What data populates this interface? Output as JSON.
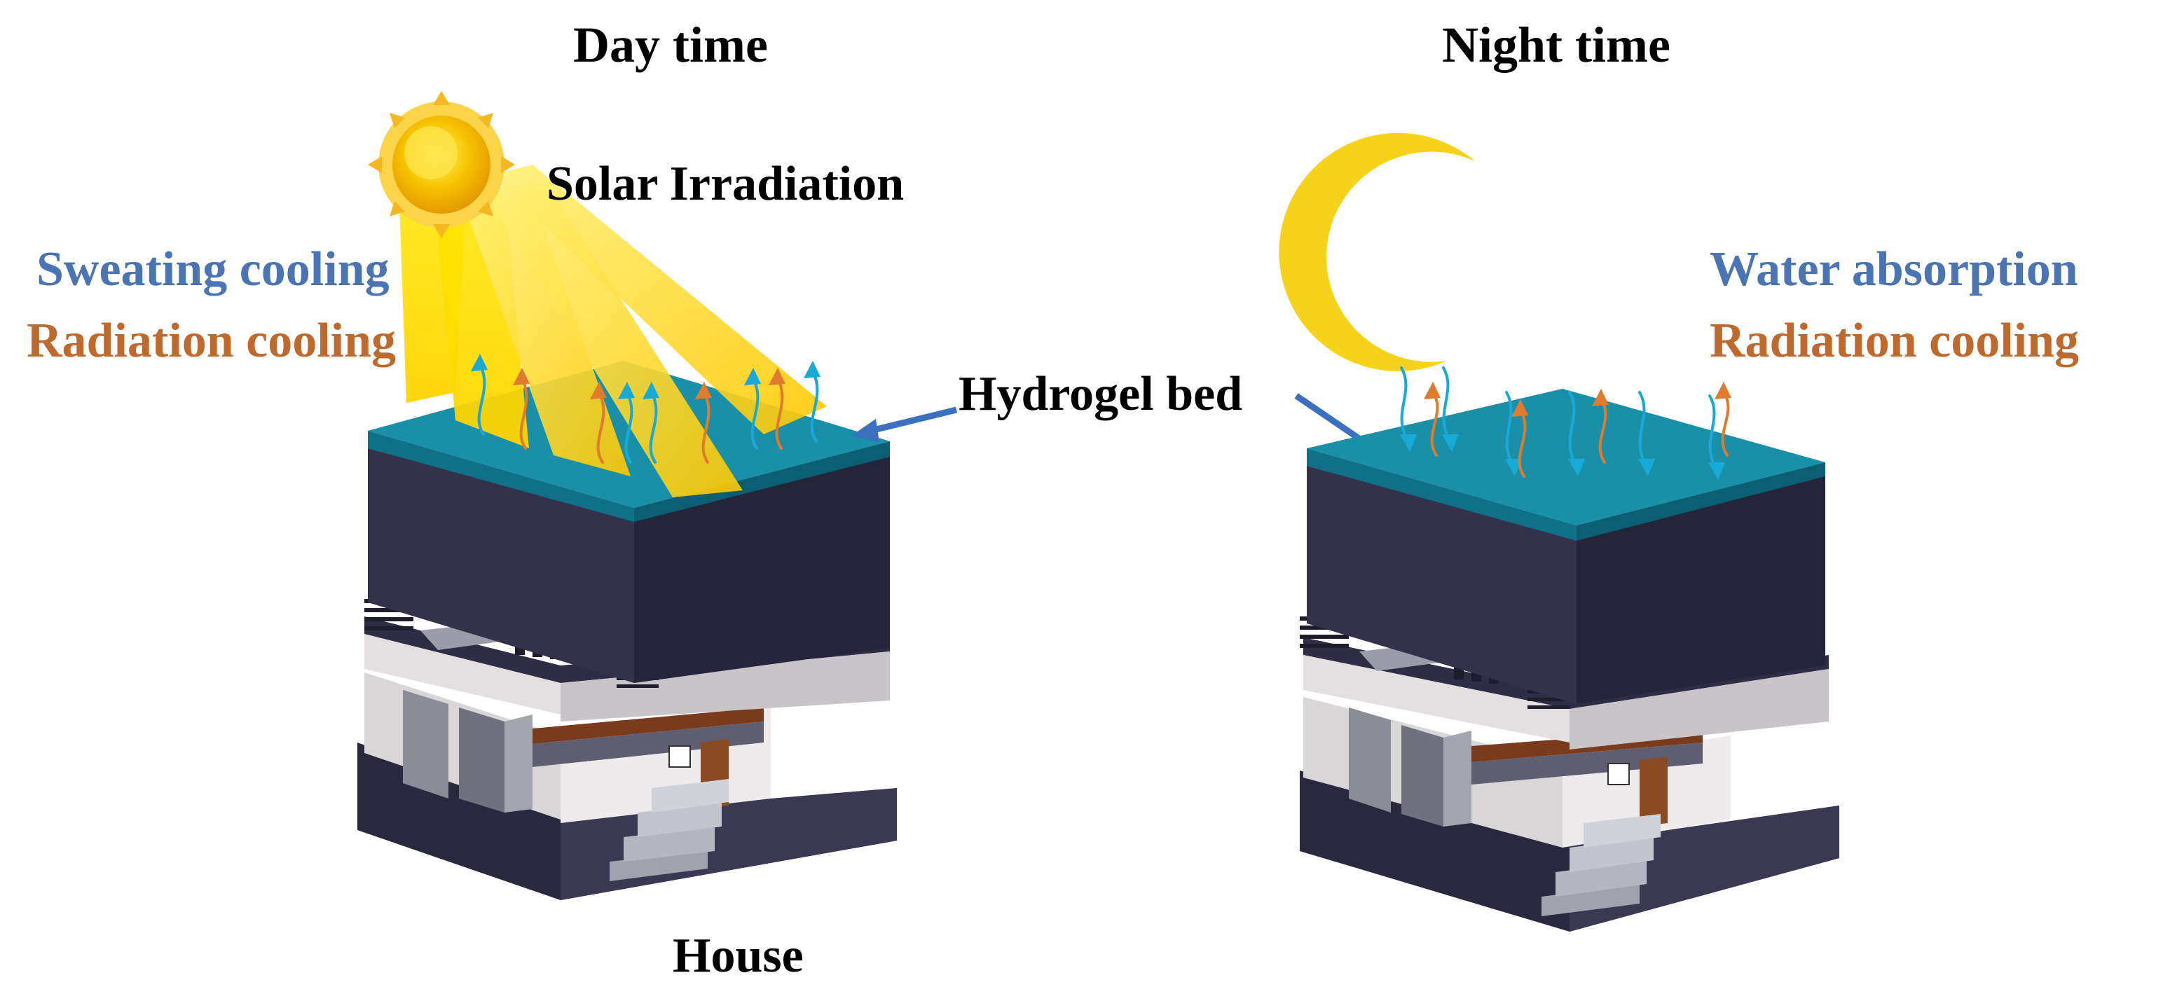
{
  "labels": {
    "day_time": "Day time",
    "night_time": "Night time",
    "solar_irradiation": "Solar Irradiation",
    "sweating_cooling": "Sweating cooling",
    "radiation_cooling_day": "Radiation cooling",
    "water_absorption": "Water absorption",
    "radiation_cooling_night": "Radiation cooling",
    "hydrogel_bed": "Hydrogel bed",
    "house": "House"
  },
  "colors": {
    "blue_text": "#4a74b4",
    "orange_text": "#c0692c",
    "hydrogel": "#1a8fa8",
    "house_dark": "#2e2c44",
    "sun": "#f7c400",
    "moon": "#f7d21a",
    "arrow_cyan": "#19a9d6",
    "arrow_orange": "#e07a2c"
  },
  "icons": [
    "sun-icon",
    "moon-icon"
  ]
}
